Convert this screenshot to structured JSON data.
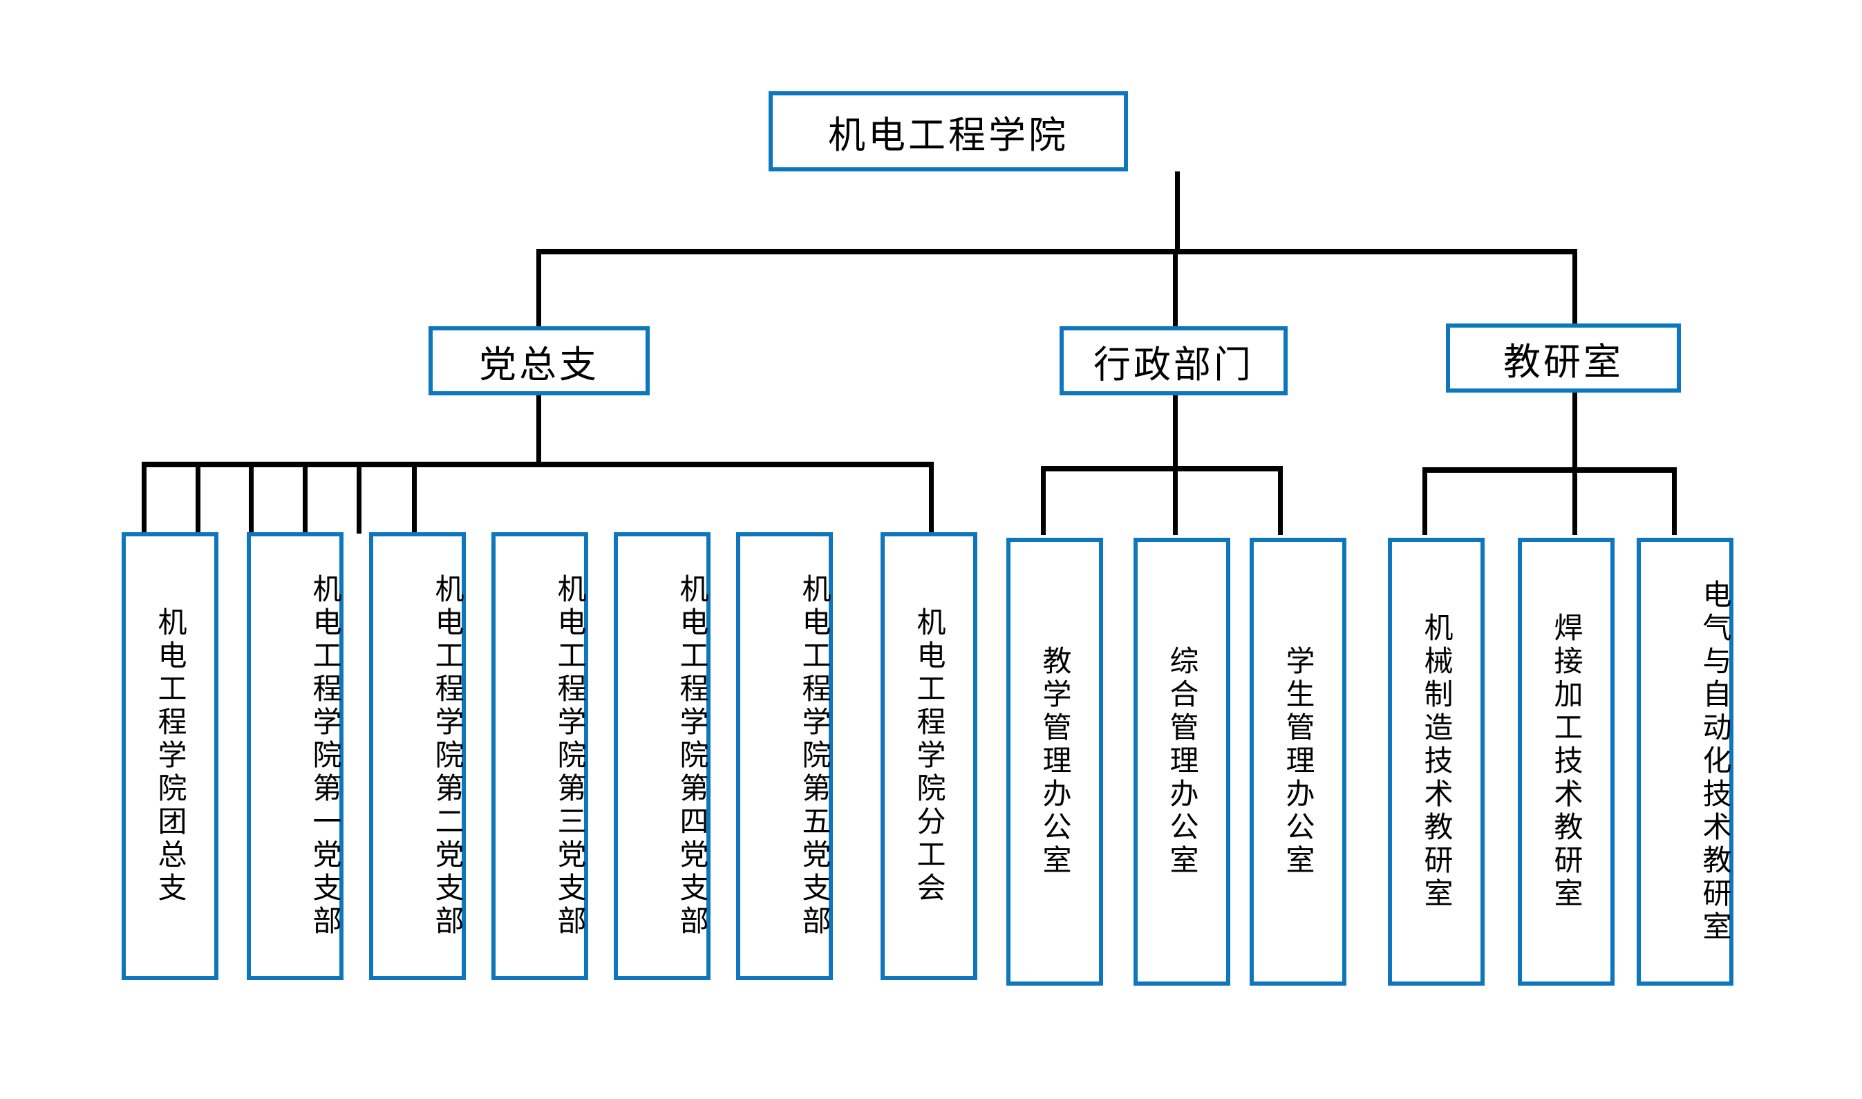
{
  "diagram": {
    "type": "organization-chart",
    "title": "机电工程学院",
    "orientation": "top-down",
    "box_border_color": "#0E76BC",
    "connector_color": "#000000",
    "background_color": "#FFFFFF"
  },
  "root": {
    "label": "机电工程学院"
  },
  "branches": [
    {
      "id": "party",
      "label": "党总支",
      "children": [
        {
          "label": "机电工程学院团总支"
        },
        {
          "label": "机电工程学院第一党支部"
        },
        {
          "label": "机电工程学院第二党支部"
        },
        {
          "label": "机电工程学院第三党支部"
        },
        {
          "label": "机电工程学院第四党支部"
        },
        {
          "label": "机电工程学院第五党支部"
        },
        {
          "label": "机电工程学院分工会"
        }
      ]
    },
    {
      "id": "admin",
      "label": "行政部门",
      "children": [
        {
          "label": "教学管理办公室"
        },
        {
          "label": "综合管理办公室"
        },
        {
          "label": "学生管理办公室"
        }
      ]
    },
    {
      "id": "teaching",
      "label": "教研室",
      "children": [
        {
          "label": "机械制造技术教研室"
        },
        {
          "label": "焊接加工技术教研室"
        },
        {
          "label": "电气与自动化技术教研室"
        }
      ]
    }
  ]
}
